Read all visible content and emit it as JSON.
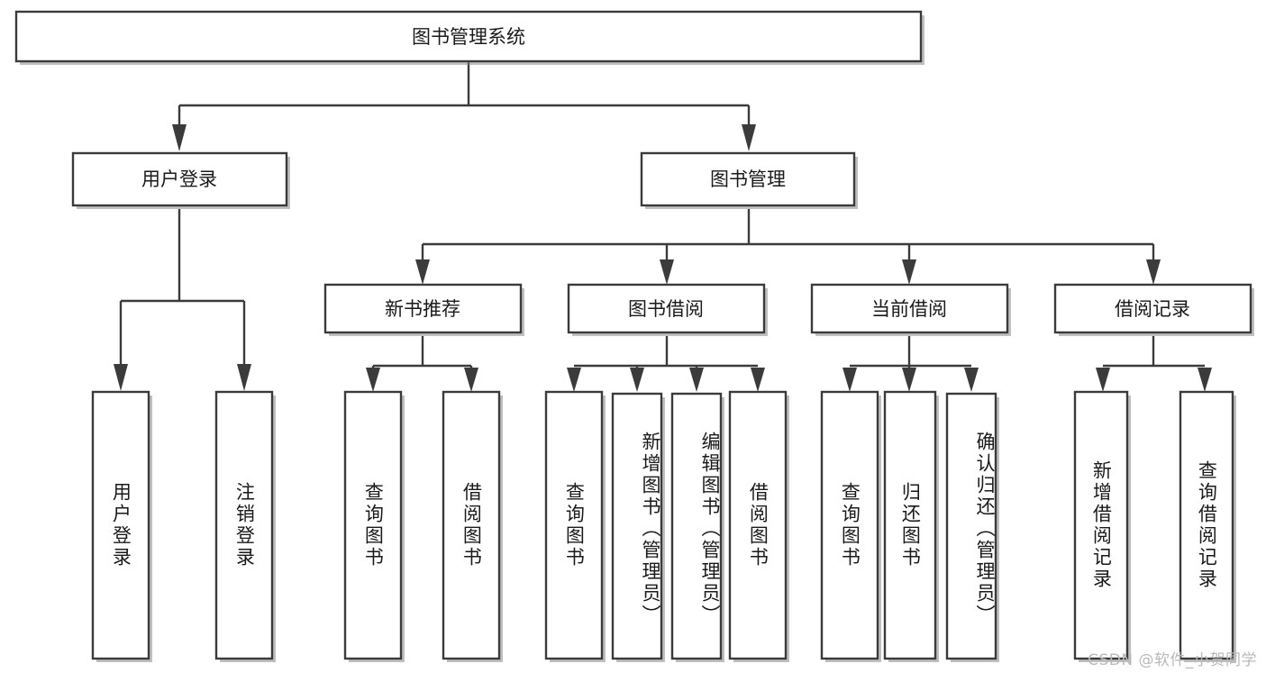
{
  "diagram": {
    "title": "图书管理系统",
    "type": "tree-hierarchy-diagram",
    "watermark": "CSDN @软件_小贺同学",
    "colors": {
      "background": "#ffffff",
      "box_stroke": "#3b3b3b",
      "box_fill": "#ffffff",
      "text": "#1a1a1a",
      "watermark": "#b9b9b9"
    },
    "root": {
      "label": "图书管理系统"
    },
    "level2": [
      {
        "id": "user-login",
        "label": "用户登录"
      },
      {
        "id": "book-manage",
        "label": "图书管理"
      }
    ],
    "level3": [
      {
        "id": "new-book-recommend",
        "label": "新书推荐"
      },
      {
        "id": "book-borrow",
        "label": "图书借阅"
      },
      {
        "id": "current-borrow",
        "label": "当前借阅"
      },
      {
        "id": "borrow-record",
        "label": "借阅记录"
      }
    ],
    "leaves": {
      "user_login": [
        {
          "id": "leaf-user-login",
          "label": "用户登录"
        },
        {
          "id": "leaf-logout-login",
          "label": "注销登录"
        }
      ],
      "new_book_recommend": [
        {
          "id": "leaf-query-book-1",
          "label": "查询图书"
        },
        {
          "id": "leaf-borrow-book-1",
          "label": "借阅图书"
        }
      ],
      "book_borrow": [
        {
          "id": "leaf-query-book-2",
          "label": "查询图书"
        },
        {
          "id": "leaf-add-book",
          "label": "新增图书（管理员）"
        },
        {
          "id": "leaf-edit-book",
          "label": "编辑图书（管理员）"
        },
        {
          "id": "leaf-borrow-book-2",
          "label": "借阅图书"
        }
      ],
      "current_borrow": [
        {
          "id": "leaf-query-book-3",
          "label": "查询图书"
        },
        {
          "id": "leaf-return-book",
          "label": "归还图书"
        },
        {
          "id": "leaf-confirm-return",
          "label": "确认归还（管理员）"
        }
      ],
      "borrow_record": [
        {
          "id": "leaf-add-record",
          "label": "新增借阅记录"
        },
        {
          "id": "leaf-query-record",
          "label": "查询借阅记录"
        }
      ]
    }
  }
}
